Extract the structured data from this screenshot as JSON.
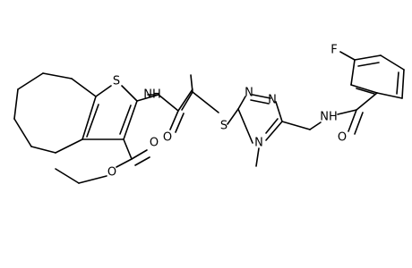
{
  "labels": {
    "S_thiophene": "S",
    "NH_amide1": "NH",
    "O_amide1": "O",
    "O_ester_carbonyl": "O",
    "O_ester": "O",
    "S_thioether": "S",
    "N_triazole_1": "N",
    "N_triazole_2": "N",
    "N_triazole_4": "N",
    "NH_amide2": "NH",
    "O_amide2": "O",
    "F": "F"
  }
}
